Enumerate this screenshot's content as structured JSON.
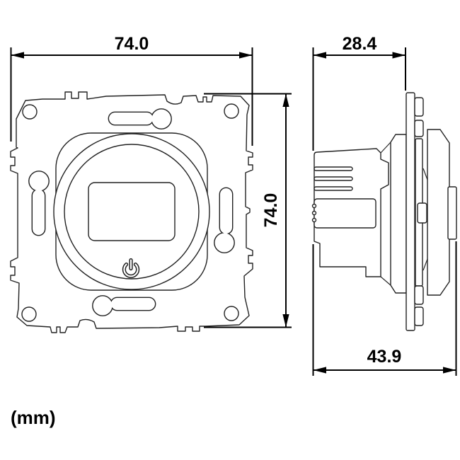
{
  "units_label": "(mm)",
  "dimensions": {
    "front_width": "74.0",
    "front_height": "74.0",
    "side_depth": "28.4",
    "side_total_depth": "43.9"
  },
  "icons": [
    {
      "name": "power-icon",
      "glyph": "standby-power-symbol"
    }
  ],
  "colors": {
    "background": "#ffffff",
    "drawing_outline": "#222222",
    "dimension_line": "#000000",
    "label_text": "#000000"
  }
}
